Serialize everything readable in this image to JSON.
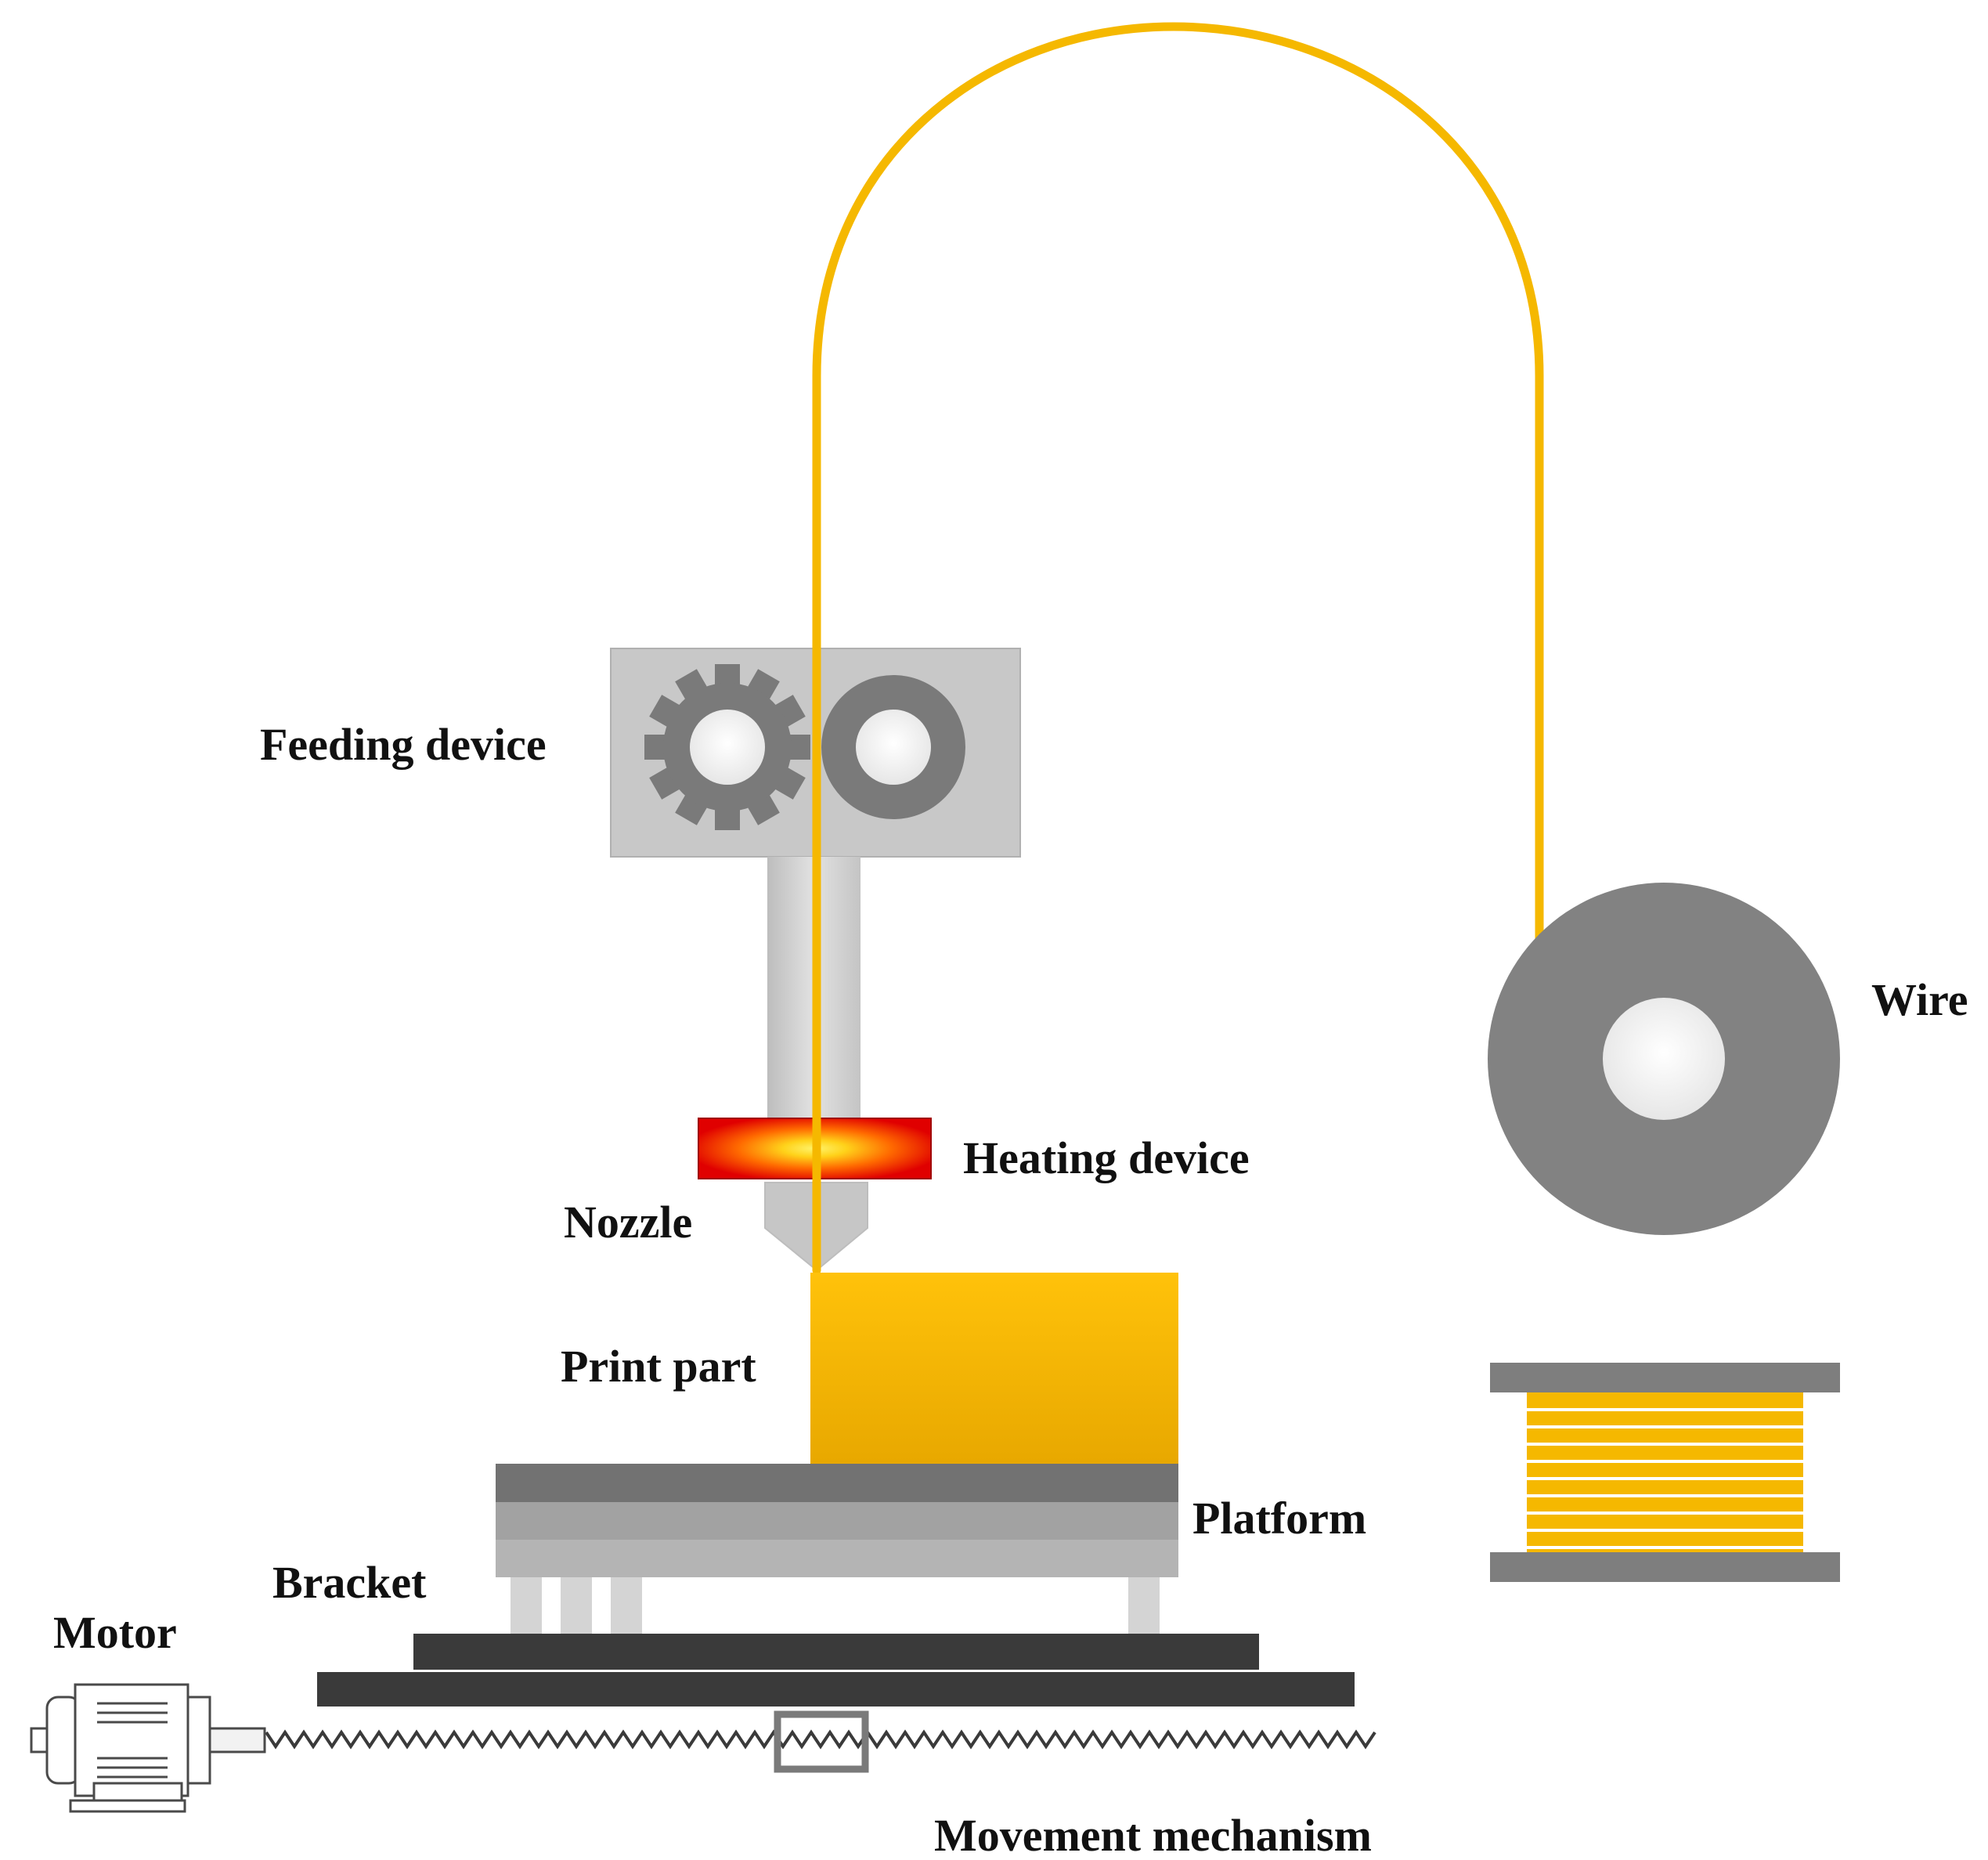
{
  "labels": {
    "feeding_device": "Feeding device",
    "wire": "Wire",
    "heating_device": "Heating device",
    "nozzle": "Nozzle",
    "print_part": "Print part",
    "platform": "Platform",
    "bracket": "Bracket",
    "motor": "Motor",
    "movement_mechanism": "Movement mechanism"
  },
  "colors": {
    "wire": "#f5b800",
    "print_part": "#f5b200",
    "heater_hot": "#ffe800",
    "heater_edge": "#e00000",
    "gear": "#7a7a7a",
    "feeder_box": "#c8c8c8",
    "platform_dark": "#707070",
    "base": "#3a3a3a"
  },
  "icons": [
    "gear-icon",
    "roller-icon",
    "spool-icon",
    "motor-icon",
    "lead-screw-icon"
  ]
}
